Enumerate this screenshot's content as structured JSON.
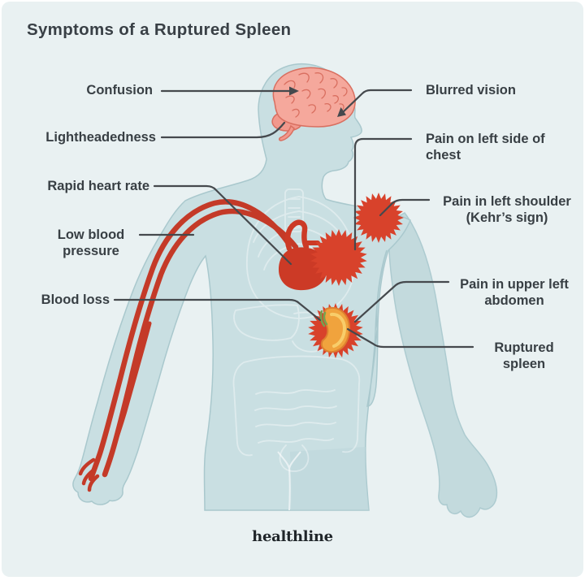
{
  "title": "Symptoms of a Ruptured Spleen",
  "brand": "healthline",
  "labels": {
    "confusion": "Confusion",
    "lightheadedness": "Lightheadedness",
    "rapid_heart_rate": "Rapid heart rate",
    "low_blood_pressure": "Low blood pressure",
    "blood_loss": "Blood loss",
    "blurred_vision": "Blurred vision",
    "chest_pain": "Pain on left side of chest",
    "shoulder_pain": "Pain in left shoulder (Kehr’s sign)",
    "abdomen_pain": "Pain in upper left abdomen",
    "ruptured_spleen": "Ruptured spleen"
  },
  "colors": {
    "background": "#e9f1f2",
    "body_teal": "#c9dfe2",
    "accent_red": "#d8422b",
    "heart_red": "#cc3a26",
    "spleen_orange": "#f0a33d",
    "text": "#383f44"
  }
}
